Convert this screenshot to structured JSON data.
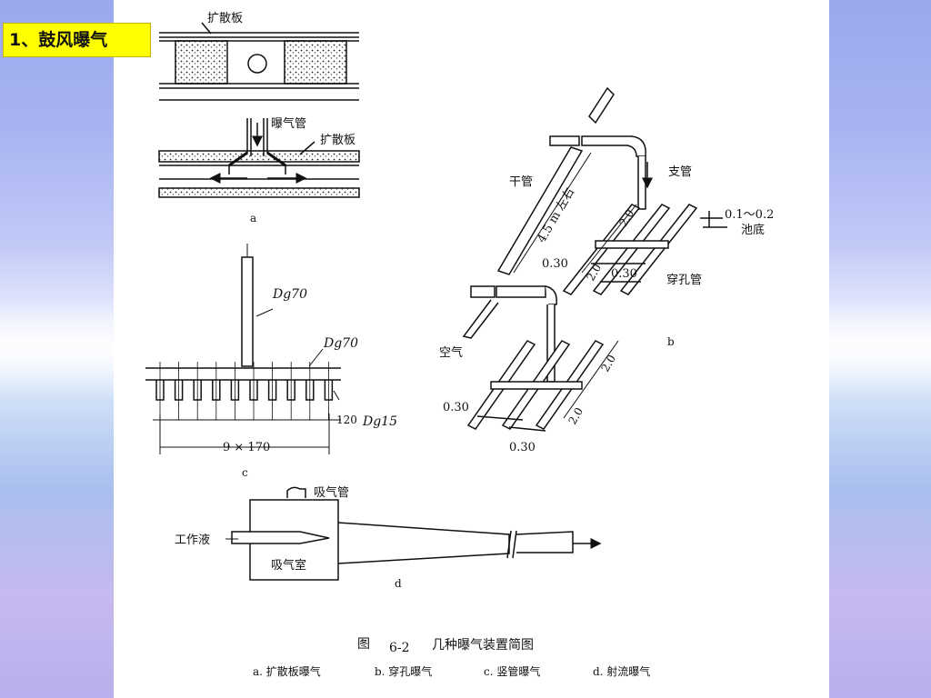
{
  "slide": {
    "title": "1、鼓风曝气"
  },
  "figure": {
    "panel_a": {
      "label_top": "扩散板",
      "label_pipe": "曝气管",
      "label_plate": "扩散板",
      "letter": "a"
    },
    "panel_b": {
      "label_main_pipe": "干管",
      "label_branch": "支管",
      "label_length": "4.5 m 左右",
      "label_depth": "0.1～0.2",
      "label_bottom": "池底",
      "label_perforated": "穿孔管",
      "dim_030_a": "0.30",
      "dim_030_b": "0.30",
      "dim_030_c": "0.30",
      "dim_030_d": "0.30",
      "dim_20_a": "2.0",
      "dim_20_b": "2.0",
      "dim_20_c": "2.0",
      "dim_20_d": "2.0",
      "label_air": "空气",
      "letter": "b"
    },
    "panel_c": {
      "label_dg70_top": "Dg70",
      "label_dg70_mid": "Dg70",
      "label_dg15": "Dg15",
      "dim_120": "120",
      "dim_spacing": "9 × 170",
      "letter": "c"
    },
    "panel_d": {
      "label_suction_pipe": "吸气管",
      "label_working_fluid": "工作液",
      "label_suction_chamber": "吸气室",
      "letter": "d"
    },
    "caption": {
      "fig_prefix": "图",
      "fig_number": "6-2",
      "fig_title": "几种曝气装置简图",
      "sub_a": "a. 扩散板曝气",
      "sub_b": "b. 穿孔曝气",
      "sub_c": "c. 竖管曝气",
      "sub_d": "d. 射流曝气"
    }
  }
}
